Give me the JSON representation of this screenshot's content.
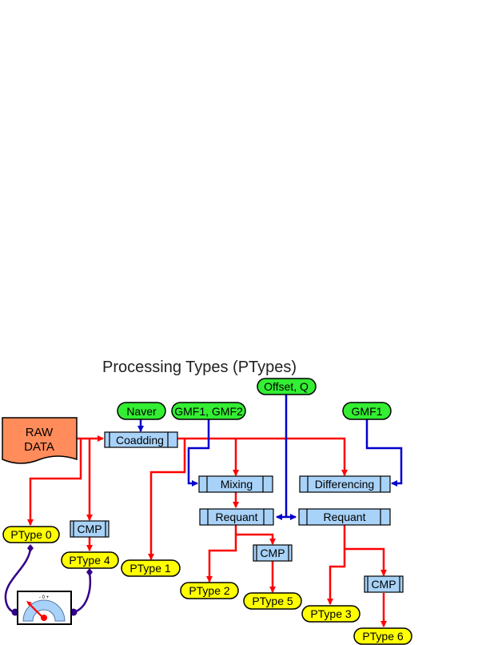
{
  "title": "Processing Types (PTypes)",
  "colors": {
    "data_flow": "#ff0000",
    "param_flow": "#0000cc",
    "monitor_link": "#330088",
    "param_fill": "#33ee33",
    "ptype_fill": "#ffff00",
    "process_fill": "#a8d2f8",
    "raw_fill": "#ff8c5a"
  },
  "raw_data": {
    "line1": "RAW",
    "line2": "DATA"
  },
  "params": {
    "naver": "Naver",
    "gmf12": "GMF1, GMF2",
    "offset_q": "Offset, Q",
    "gmf1": "GMF1"
  },
  "processes": {
    "coadding": "Coadding",
    "mixing": "Mixing",
    "differencing": "Differencing",
    "requant_left": "Requant",
    "requant_right": "Requant",
    "cmp_a": "CMP",
    "cmp_b": "CMP",
    "cmp_c": "CMP"
  },
  "ptypes": {
    "p0": "PType 0",
    "p1": "PType 1",
    "p2": "PType 2",
    "p3": "PType 3",
    "p4": "PType 4",
    "p5": "PType 5",
    "p6": "PType 6"
  },
  "meter": {
    "scale": "- 0 +",
    "icon": "gauge-icon"
  }
}
